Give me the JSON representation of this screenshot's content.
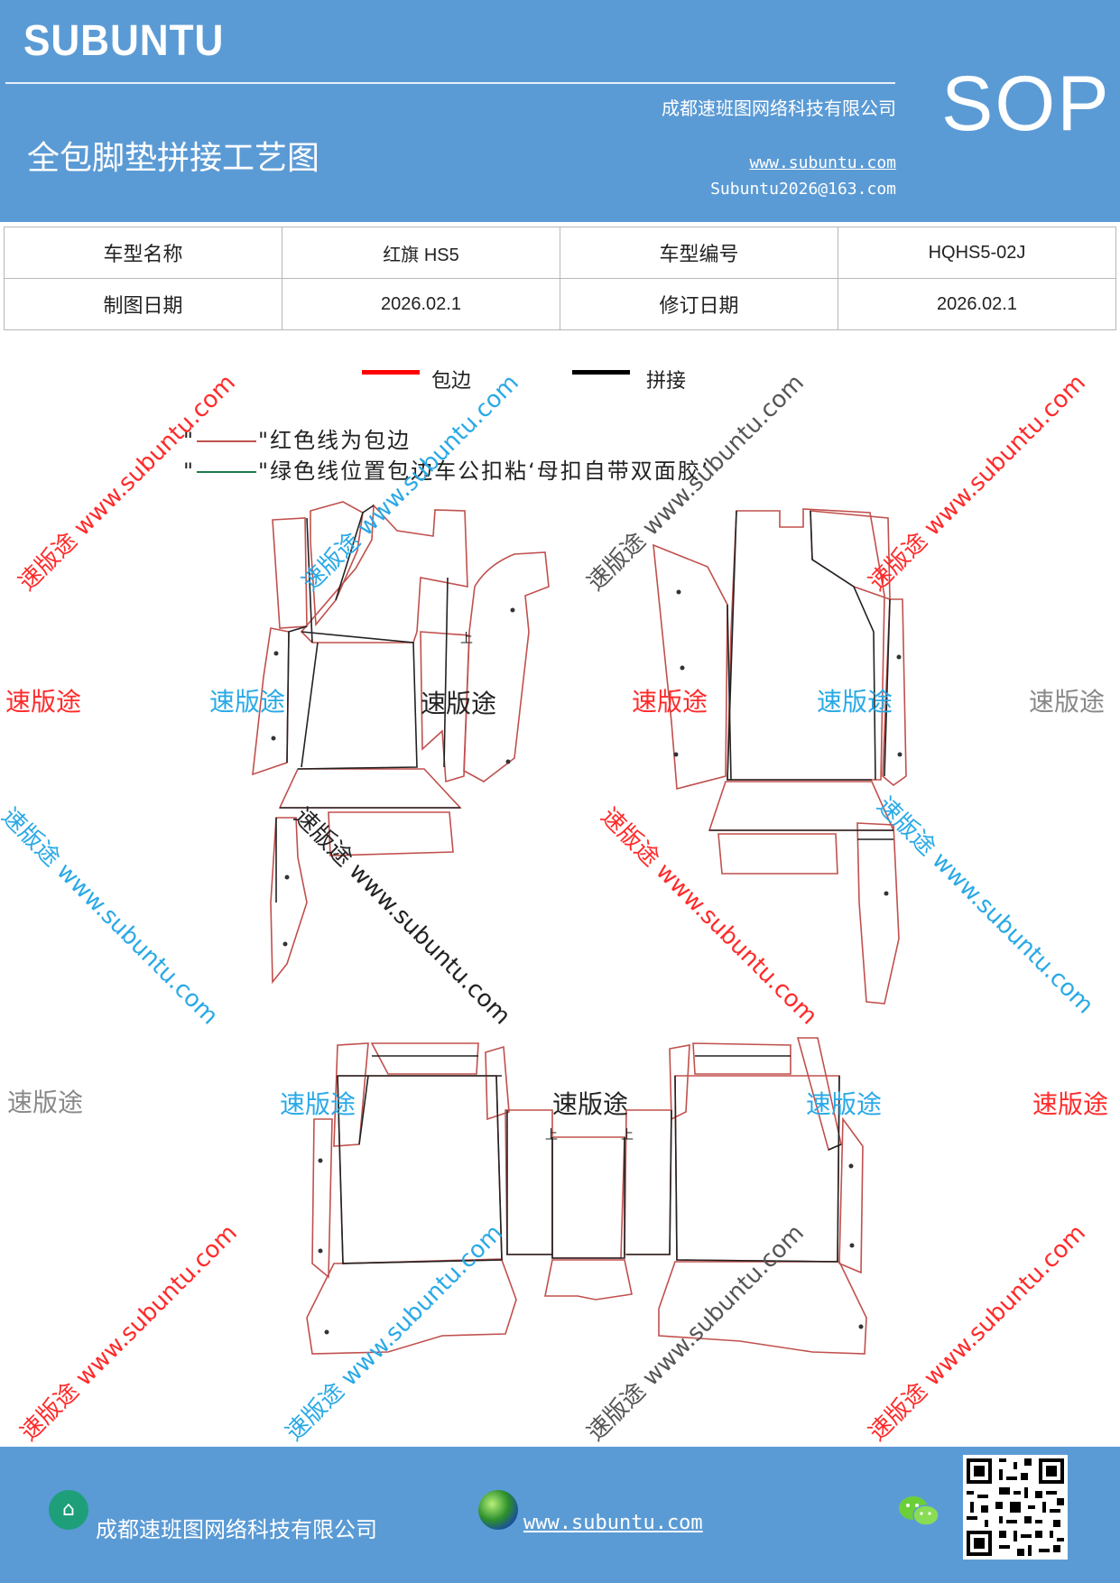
{
  "header": {
    "brand": "SUBUNTU",
    "company": "成都速班图网络科技有限公司",
    "title": "全包脚垫拼接工艺图",
    "website": "www.subuntu.com",
    "email": "Subuntu2026@163.com",
    "badge": "SOP",
    "background_color": "#5b9bd5"
  },
  "info_table": {
    "rows": [
      [
        {
          "label": "车型名称",
          "value": "红旗 HS5"
        },
        {
          "label": "车型编号",
          "value": "HQHS5-02J"
        }
      ],
      [
        {
          "label": "制图日期",
          "value": "2026.02.1"
        },
        {
          "label": "修订日期",
          "value": "2026.02.1"
        }
      ]
    ]
  },
  "legend": [
    {
      "label": "包边",
      "color": "#ff0000"
    },
    {
      "label": "拼接",
      "color": "#000000"
    }
  ],
  "notes": [
    {
      "prefix": "\"",
      "suffix": "\"红色线为包边",
      "line_color": "#c0504d"
    },
    {
      "prefix": "\"",
      "suffix": "\"绿色线位置包边车公扣粘‘母扣自带双面胶’",
      "line_color": "#1e7a4c"
    }
  ],
  "drawing": {
    "marks": [
      "上",
      "上",
      "上"
    ],
    "edge_color": "#c0504d",
    "seam_color": "#222222"
  },
  "watermarks": {
    "word": "速版途",
    "diagonal": "速版途 www.subuntu.com",
    "diagonal_url": "www.subuntu.com",
    "colors": {
      "red": "#ff2a2a",
      "blue": "#29a9e6",
      "gray": "#888888",
      "black": "#222222"
    }
  },
  "footer": {
    "company": "成都速班图网络科技有限公司",
    "website": "www.subuntu.com",
    "icons": [
      "building-icon",
      "globe-icon",
      "wechat-icon",
      "qr-code"
    ]
  }
}
